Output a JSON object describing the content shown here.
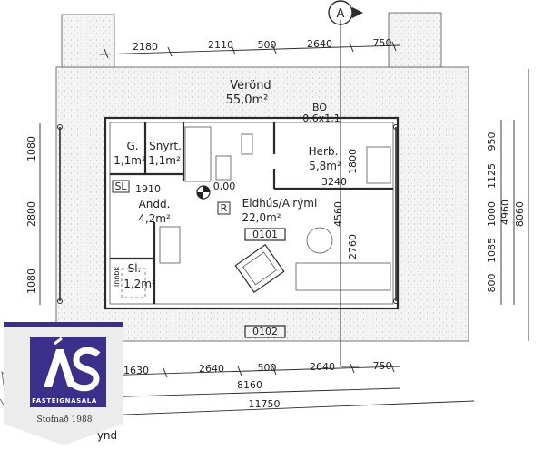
{
  "marker": {
    "label": "A"
  },
  "dims_top": [
    "2180",
    "2110",
    "500",
    "2640",
    "750"
  ],
  "dims_bottom": [
    "1630",
    "2640",
    "500",
    "2640",
    "750"
  ],
  "dims_total_1": "8160",
  "dims_total_2": "11750",
  "dims_left": [
    "1080",
    "2800",
    "1080"
  ],
  "dims_right_a": [
    "950",
    "1125",
    "1000",
    "1085",
    "800"
  ],
  "dims_right_b": "4960",
  "dims_right_c": "8060",
  "dims_inner": {
    "d1800": "1800",
    "d3240": "3240",
    "d4560": "4560",
    "d2760": "2760",
    "d1910": "1910",
    "d000": "0,00"
  },
  "rooms": {
    "verond_name": "Verönd",
    "verond_area": "55,0m²",
    "bo_label": "BO",
    "bo_size": "0,6x1,1",
    "g_name": "G.",
    "g_area": "1,1m²",
    "snyrt_name": "Snyrt.",
    "snyrt_area": "1,1m²",
    "herb_name": "Herb.",
    "herb_area": "5,8m²",
    "andd_name": "Andd.",
    "andd_area": "4,2m²",
    "eldhus_name": "Eldhús/Alrými",
    "eldhus_area": "22,0m²",
    "sl_name": "Sl.",
    "sl_area": "1,2m²",
    "bottom_label": "ynd"
  },
  "tags": {
    "sl": "SL",
    "r": "R",
    "tag0101": "0101",
    "tag0102": "0102",
    "small": "Innbk"
  },
  "logo": {
    "name": "FASTEIGNASALA",
    "established": "Stofnað 1988",
    "brand_color": "#3b2f8c"
  }
}
